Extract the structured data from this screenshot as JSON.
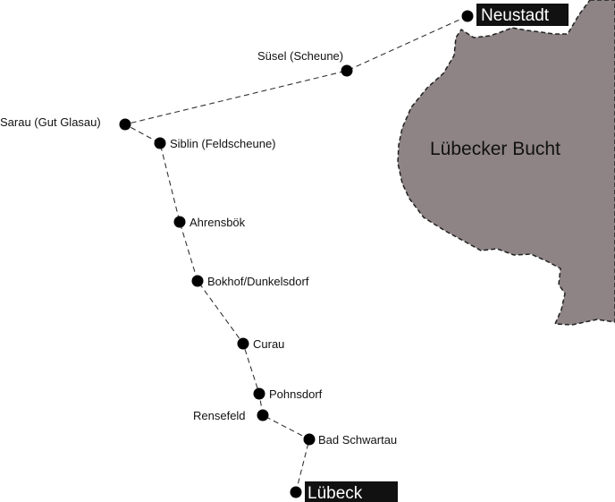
{
  "sea": {
    "label": "Lübecker Bucht",
    "fill_color": "#8e8485"
  },
  "route": {
    "start": "Lübeck",
    "end": "Neustadt",
    "stops": [
      "Lübeck",
      "Bad Schwartau",
      "Rensefeld",
      "Pohnsdorf",
      "Curau",
      "Bokhof/Dunkelsdorf",
      "Ahrensbök",
      "Siblin (Feldscheune)",
      "Sarau (Gut Glasau)",
      "Süsel (Scheune)",
      "Neustadt"
    ]
  },
  "colors": {
    "marker": "#000000",
    "line": "#333333",
    "city_label_bg": "#111111"
  }
}
